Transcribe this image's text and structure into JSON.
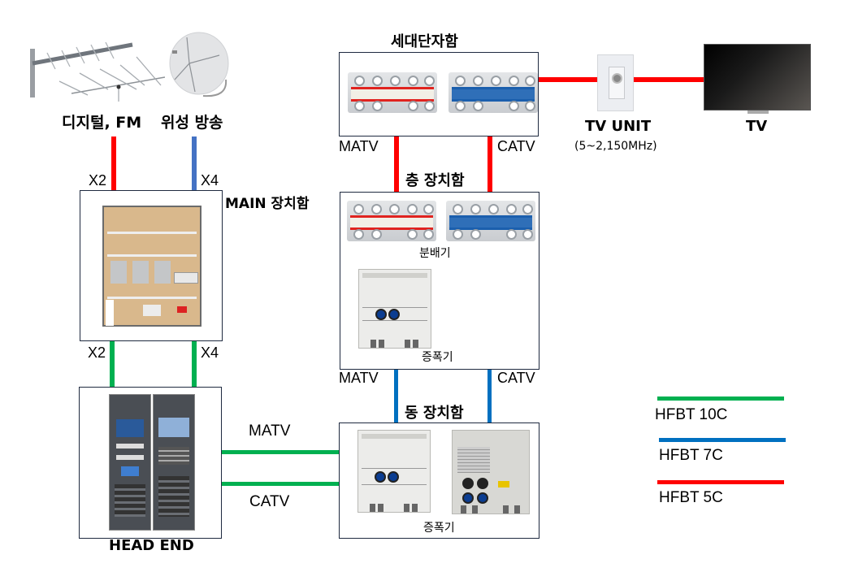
{
  "diagram": {
    "sources": {
      "antenna_label": "디지털, FM",
      "satellite_label": "위성 방송",
      "antenna_ports": "X2",
      "satellite_ports": "X4"
    },
    "main_box": {
      "title": "MAIN 장치함",
      "out_left": "X2",
      "out_right": "X4"
    },
    "head_end": {
      "title": "HEAD END",
      "out_matv": "MATV",
      "out_catv": "CATV"
    },
    "household_box": {
      "title": "세대단자함",
      "in_matv": "MATV",
      "in_catv": "CATV"
    },
    "floor_box": {
      "title": "층 장치함",
      "splitter_caption": "분배기",
      "amp_caption": "증폭기",
      "out_matv": "MATV",
      "out_catv": "CATV"
    },
    "building_box": {
      "title": "동 장치함",
      "amp_caption": "증폭기"
    },
    "tv_unit": {
      "title": "TV UNIT",
      "range": "(5~2,150MHz)"
    },
    "tv": {
      "title": "TV"
    }
  },
  "legend": [
    {
      "label": "HFBT 10C",
      "color": "#00b050"
    },
    {
      "label": "HFBT 7C",
      "color": "#0070c0"
    },
    {
      "label": "HFBT 5C",
      "color": "#ff0000"
    }
  ],
  "colors": {
    "red_cable": "#ff0000",
    "blue_cable": "#0070c0",
    "sat_cable": "#4472c4",
    "green_cable": "#00b050",
    "box_border": "#1f2a40"
  }
}
